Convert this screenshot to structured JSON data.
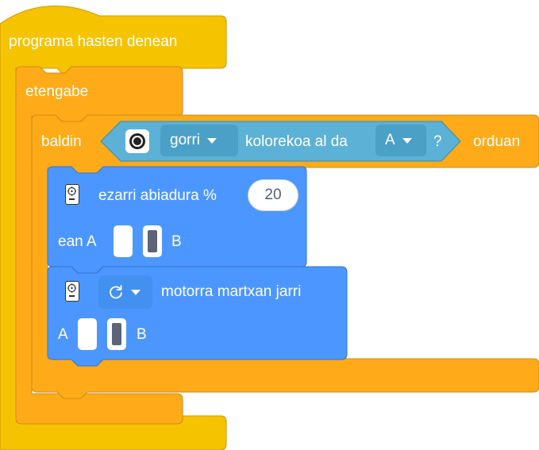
{
  "hat_block": {
    "label": "programa hasten denean",
    "color": "#f5c300"
  },
  "forever_block": {
    "label": "etengabe",
    "color": "#ffab19"
  },
  "if_block": {
    "label": "baldin",
    "then_label": "orduan",
    "color": "#ffab19"
  },
  "color_condition": {
    "color_option": "gorri",
    "middle_label": "kolorekoa al da",
    "port_option": "A",
    "question_mark": "?",
    "color": "#5cb1d6",
    "sensor_icon": "color-sensor-icon"
  },
  "speed_block": {
    "label": "ezarri abiadura %",
    "value": "20",
    "line2_prefix": "ean A",
    "line2_suffix": "B",
    "color": "#4c97ff",
    "icon": "motor-hub-icon"
  },
  "motor_block": {
    "direction_icon": "clockwise-rotate-icon",
    "label": "motorra martxan jarri",
    "port_a": "A",
    "port_b": "B",
    "color": "#4c97ff",
    "icon": "motor-hub-icon"
  }
}
